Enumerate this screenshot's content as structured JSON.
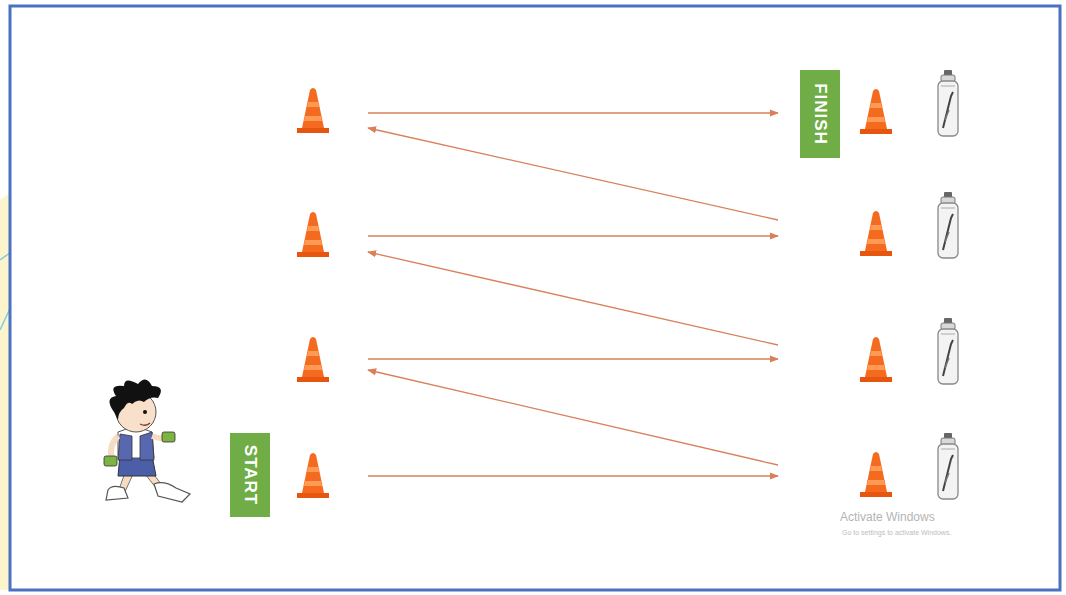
{
  "diagram": {
    "nodes": [
      {
        "text": [
          "START"
        ]
      },
      {
        "text": [
          "FINISH"
        ]
      }
    ],
    "labels": [
      "Activate Windows",
      "Go to settings to activate Windows."
    ]
  }
}
